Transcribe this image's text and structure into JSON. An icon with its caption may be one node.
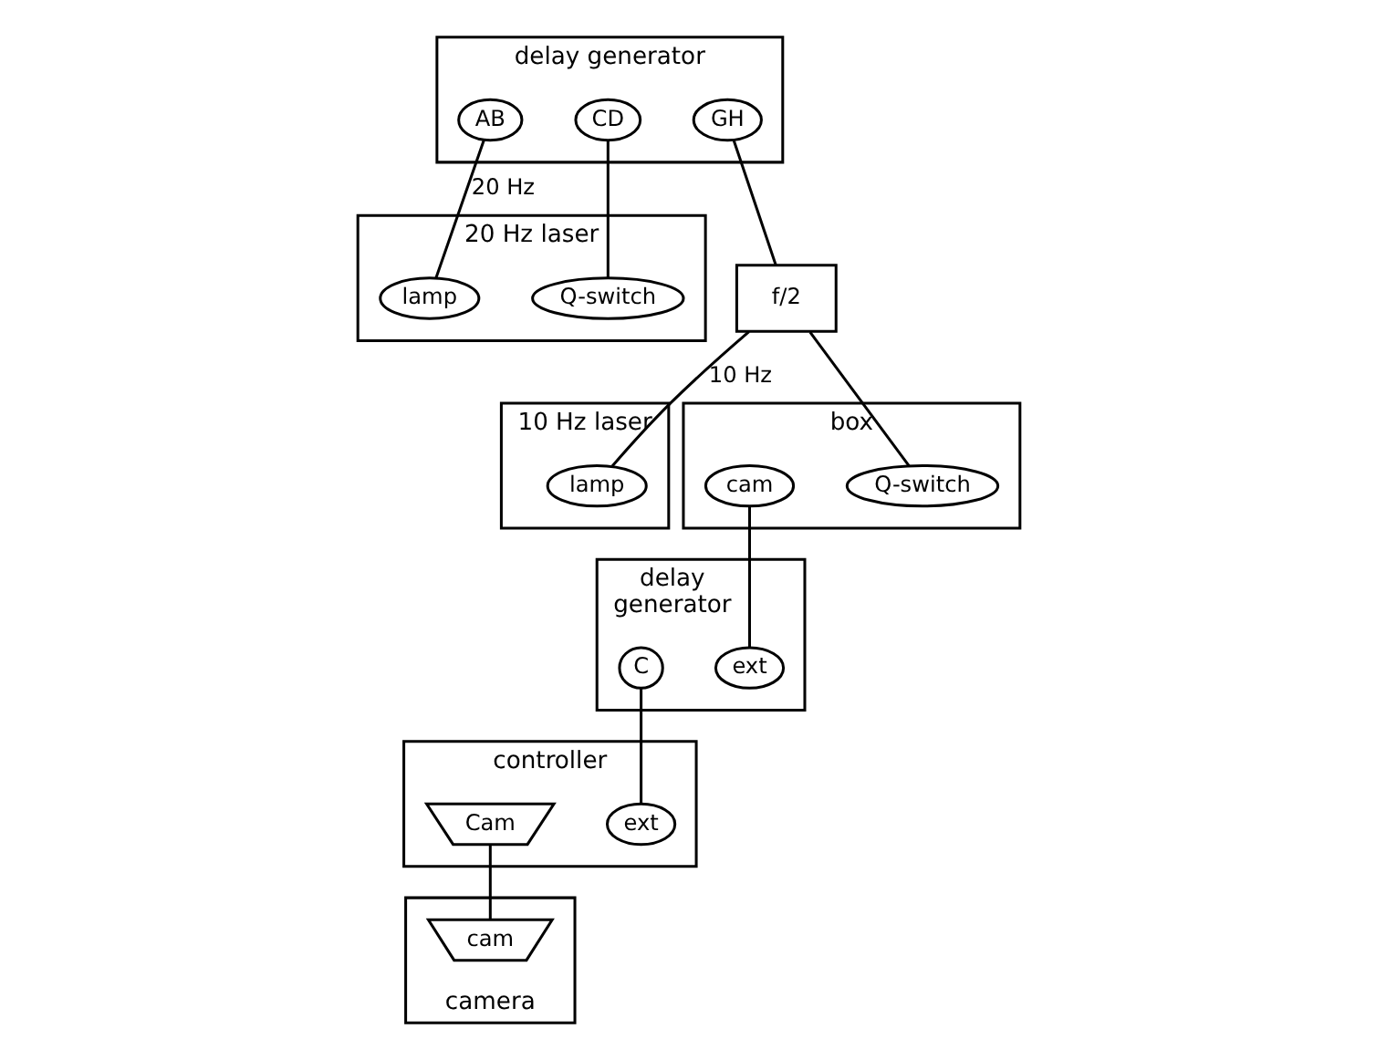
{
  "diagram": {
    "nodes": [
      {
        "text": [
          "delay generator"
        ]
      },
      {
        "text": [
          "AB"
        ],
        "in": 0
      },
      {
        "text": [
          "CD"
        ],
        "in": 0
      },
      {
        "text": [
          "GH"
        ],
        "in": 0
      },
      {
        "text": [
          "f/2"
        ]
      },
      {
        "text": [
          "10 Hz laser"
        ]
      },
      {
        "text": [
          "lamp"
        ],
        "in": 5
      },
      {
        "text": [
          "20 Hz laser"
        ]
      },
      {
        "text": [
          "lamp"
        ],
        "in": 7
      },
      {
        "text": [
          "Q-switch"
        ],
        "in": 7
      },
      {
        "text": [
          "box"
        ]
      },
      {
        "text": [
          "Q-switch"
        ],
        "in": 10
      },
      {
        "text": [
          "cam"
        ],
        "in": 10
      },
      {
        "text": [
          "delay generator"
        ]
      },
      {
        "text": [
          "ext"
        ],
        "in": 13
      },
      {
        "text": [
          "C"
        ],
        "in": 13
      },
      {
        "text": [
          "controller"
        ]
      },
      {
        "text": [
          "ext"
        ],
        "in": 16
      },
      {
        "text": [
          "Cam"
        ],
        "in": 16
      },
      {
        "text": [
          "camera"
        ]
      },
      {
        "text": [
          "cam"
        ],
        "in": 19
      }
    ],
    "edges": [
      {
        "from": 1,
        "to": 8,
        "arrow": "none",
        "label": "20 Hz"
      },
      {
        "from": 2,
        "to": 9,
        "arrow": "none"
      },
      {
        "from": 3,
        "to": 4,
        "arrow": "none"
      },
      {
        "from": 4,
        "to": 6,
        "arrow": "none",
        "label": "10 Hz"
      },
      {
        "from": 4,
        "to": 11,
        "arrow": "none"
      },
      {
        "from": 12,
        "to": 14,
        "arrow": "none"
      },
      {
        "from": 15,
        "to": 17,
        "arrow": "none"
      },
      {
        "from": 18,
        "to": 20,
        "arrow": "none"
      }
    ]
  }
}
